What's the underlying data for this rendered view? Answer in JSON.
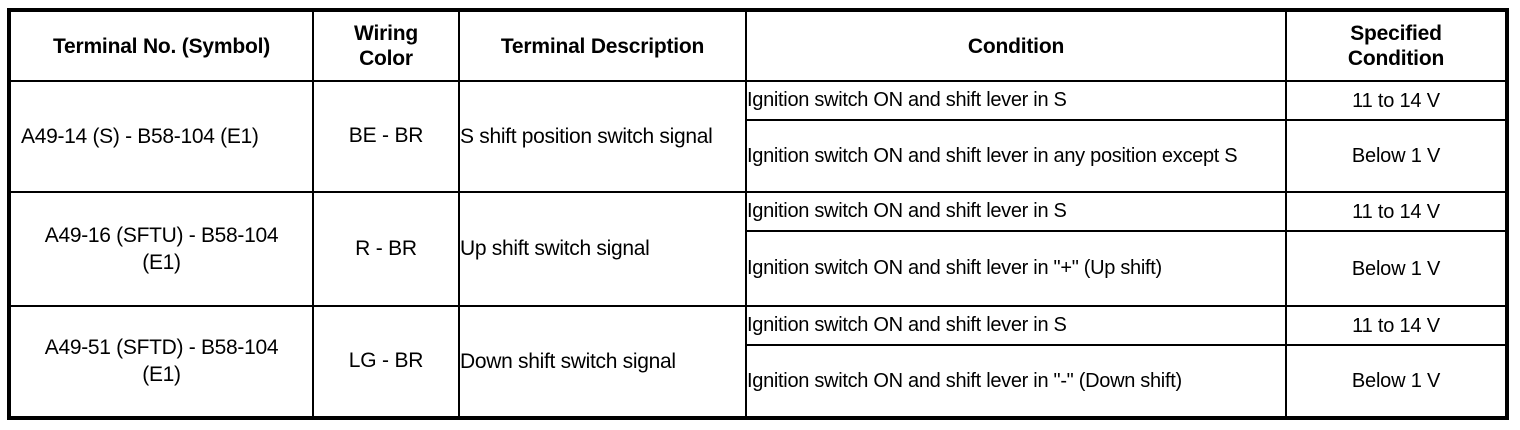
{
  "table": {
    "title": "Terminal No. / Wiring Color / Condition specification table",
    "columns": [
      {
        "key": "terminal",
        "label": "Terminal No. (Symbol)"
      },
      {
        "key": "color",
        "label": "Wiring\nColor"
      },
      {
        "key": "description",
        "label": "Terminal Description"
      },
      {
        "key": "condition",
        "label": "Condition"
      },
      {
        "key": "specified",
        "label": "Specified\nCondition"
      }
    ],
    "header": {
      "terminal": "Terminal No. (Symbol)",
      "color_line1": "Wiring",
      "color_line2": "Color",
      "description": "Terminal Description",
      "condition": "Condition",
      "specified_line1": "Specified",
      "specified_line2": "Condition"
    },
    "rows": [
      {
        "terminal": "A49-14 (S) - B58-104 (E1)",
        "terminal_line1": "A49-14 (S) - B58-104 (E1)",
        "terminal_line2": "",
        "color": "BE - BR",
        "description": "S shift position switch signal",
        "conditions": [
          {
            "condition": "Ignition switch ON and shift lever in S",
            "specified": "11 to 14 V"
          },
          {
            "condition": "Ignition switch ON and shift lever in any position except S",
            "specified": "Below 1 V"
          }
        ]
      },
      {
        "terminal": "A49-16 (SFTU) - B58-104 (E1)",
        "terminal_line1": "A49-16 (SFTU) - B58-104",
        "terminal_line2": "(E1)",
        "color": "R - BR",
        "description": "Up shift switch signal",
        "conditions": [
          {
            "condition": "Ignition switch ON and shift lever in S",
            "specified": "11 to 14 V"
          },
          {
            "condition": "Ignition switch ON and shift lever in \"+\" (Up shift)",
            "specified": "Below 1 V"
          }
        ]
      },
      {
        "terminal": "A49-51 (SFTD) - B58-104 (E1)",
        "terminal_line1": "A49-51 (SFTD) - B58-104",
        "terminal_line2": "(E1)",
        "color": "LG - BR",
        "description": "Down shift switch signal",
        "conditions": [
          {
            "condition": "Ignition switch ON and shift lever in S",
            "specified": "11 to 14 V"
          },
          {
            "condition": "Ignition switch ON and shift lever in \"-\" (Down shift)",
            "specified": "Below 1 V"
          }
        ]
      }
    ]
  },
  "colors": {
    "border": "#000000",
    "text": "#000000",
    "background": "#ffffff"
  }
}
